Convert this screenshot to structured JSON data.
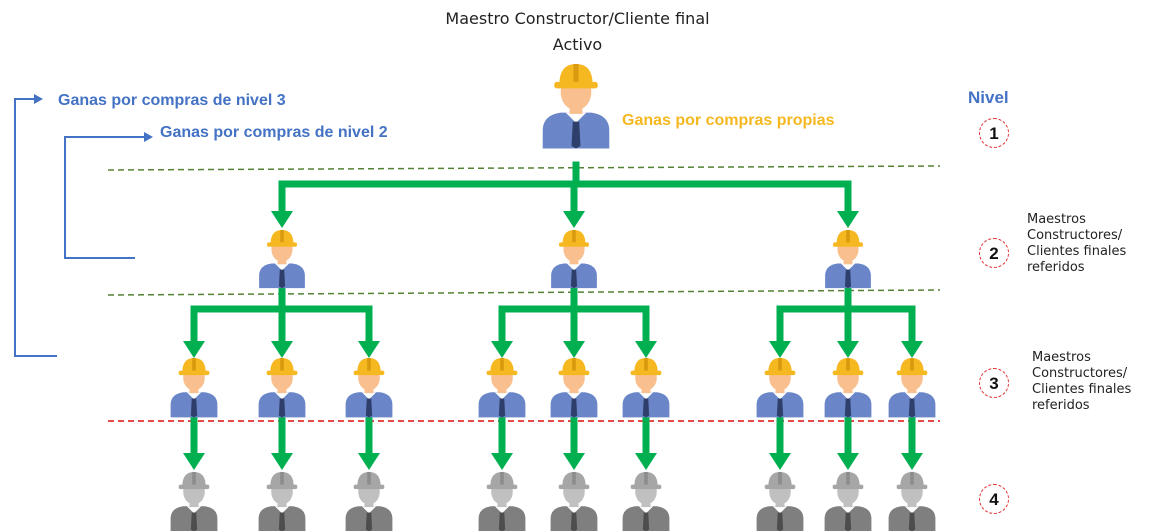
{
  "title": {
    "line1": "Maestro Constructor/Cliente final",
    "line2": "Activo"
  },
  "labels": {
    "level3_earnings": "Ganas por compras de nivel 3",
    "level2_earnings": "Ganas por compras de nivel 2",
    "own_earnings": "Ganas por compras propias"
  },
  "levels": {
    "header": "Nivel",
    "items": [
      {
        "number": "1",
        "note": ""
      },
      {
        "number": "2",
        "note": "Maestros Constructores/ Clientes finales referidos"
      },
      {
        "number": "3",
        "note": "Maestros Constructores/ Clientes finales referidos"
      },
      {
        "number": "4",
        "note": ""
      }
    ]
  },
  "colors": {
    "arrow": "#00b050",
    "blue": "#4472c4",
    "gold": "#f5b820",
    "divider_green": "#548235",
    "divider_red": "#e03030",
    "helmet": "#f5b820",
    "shirt": "#6a86c8",
    "skin": "#f9bf8f",
    "inactive": "#a6a6a6"
  },
  "icons": {
    "person": "worker-with-helmet-icon",
    "inactive_person": "inactive-worker-icon"
  }
}
